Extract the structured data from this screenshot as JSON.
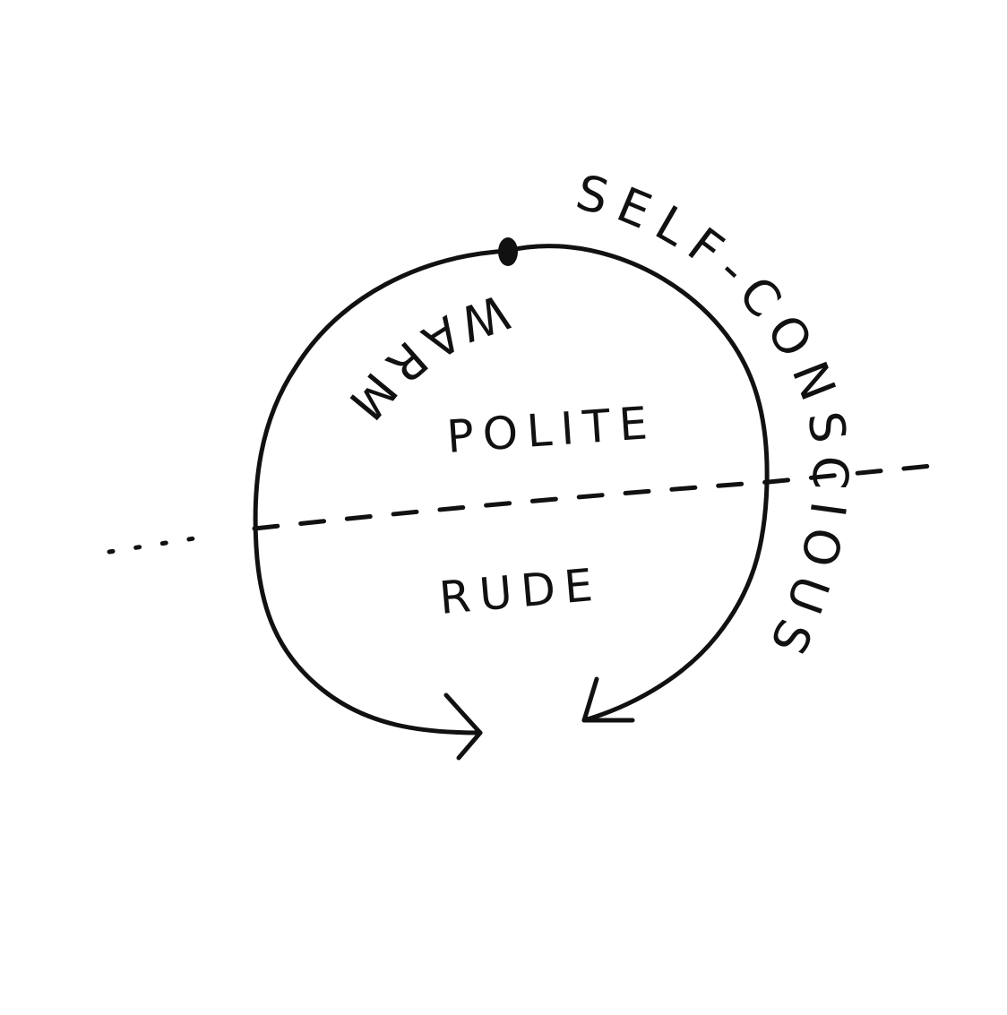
{
  "diagram": {
    "top_label": "SELF-CONSCIOUS",
    "left_label": "WARM",
    "upper_region_label": "POLITE",
    "lower_region_label": "RUDE"
  },
  "colors": {
    "background": "#ffffff",
    "ink": "#111111"
  }
}
